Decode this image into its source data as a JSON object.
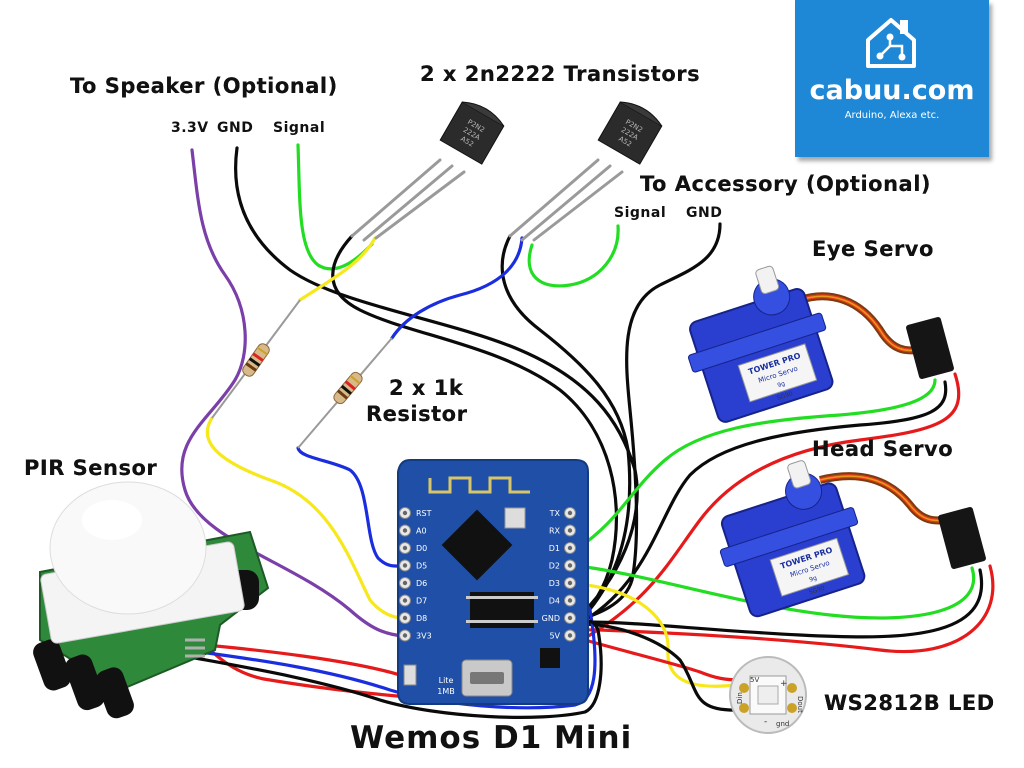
{
  "labels": {
    "speaker": "To Speaker (Optional)",
    "speaker_pins": [
      "3.3V",
      "GND",
      "Signal"
    ],
    "transistors": "2 x 2n2222 Transistors",
    "accessory": "To Accessory (Optional)",
    "accessory_pins": [
      "Signal",
      "GND"
    ],
    "eye_servo": "Eye Servo",
    "head_servo": "Head Servo",
    "resistor_line1": "2 x 1k",
    "resistor_line2": "Resistor",
    "pir_sensor": "PIR Sensor",
    "led": "WS2812B LED",
    "board": "Wemos D1 Mini"
  },
  "brand": {
    "name": "cabuu.com",
    "tagline": "Arduino, Alexa etc."
  },
  "board_pins_left": [
    "RST",
    "A0",
    "D0",
    "D5",
    "D6",
    "D7",
    "D8",
    "3V3"
  ],
  "board_pins_right": [
    "TX",
    "RX",
    "D1",
    "D2",
    "D3",
    "D4",
    "GND",
    "5V"
  ],
  "board_marks": {
    "model": "Lite",
    "flash": "1MB"
  },
  "transistor_marking": [
    "P2N2",
    "222A",
    "A52"
  ],
  "servo_marks": {
    "brand": "TOWER PRO",
    "model": "Micro Servo",
    "weight": "9g",
    "code": "SG90"
  },
  "led_pins": [
    "5V",
    "Din",
    "Dout",
    "gnd",
    "+",
    "-"
  ],
  "colors": {
    "purple": "#7a3fa8",
    "black": "#0a0a0a",
    "green": "#22dd22",
    "yellow": "#f6e81a",
    "blue": "#1a2ee0",
    "red": "#e61a1a",
    "board": "#1f4fa6",
    "servo": "#2a3fd0",
    "brand_bg": "#1e88d6"
  }
}
